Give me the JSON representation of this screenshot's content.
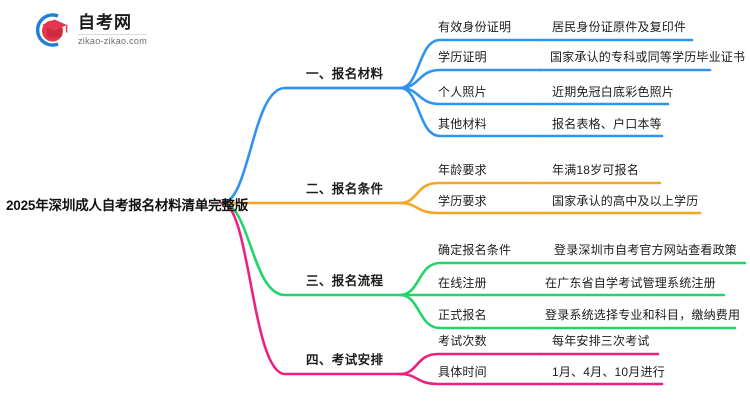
{
  "logo": {
    "icon": "graduation-cap-in-circle-logo",
    "name_cn": "自考网",
    "url": "zikao-zikao.com",
    "ring_color": "#1f7fd4",
    "cap_color": "#e2374c"
  },
  "root": {
    "title": "2025年深圳成人自考报名材料清单完整版"
  },
  "palette": {
    "blue": "#2f93f0",
    "orange": "#f5a623",
    "green": "#23d36b",
    "pink": "#ef1f82"
  },
  "branches": [
    {
      "title": "一、报名材料",
      "color": "#2f93f0",
      "items": [
        {
          "label": "有效身份证明",
          "desc": "居民身份证原件及复印件"
        },
        {
          "label": "学历证明",
          "desc": "国家承认的专科或同等学历毕业证书"
        },
        {
          "label": "个人照片",
          "desc": "近期免冠白底彩色照片"
        },
        {
          "label": "其他材料",
          "desc": "报名表格、户口本等"
        }
      ]
    },
    {
      "title": "二、报名条件",
      "color": "#f5a623",
      "items": [
        {
          "label": "年龄要求",
          "desc": "年满18岁可报名"
        },
        {
          "label": "学历要求",
          "desc": "国家承认的高中及以上学历"
        }
      ]
    },
    {
      "title": "三、报名流程",
      "color": "#23d36b",
      "items": [
        {
          "label": "确定报名条件",
          "desc": "登录深圳市自考官方网站查看政策"
        },
        {
          "label": "在线注册",
          "desc": "在广东省自学考试管理系统注册"
        },
        {
          "label": "正式报名",
          "desc": "登录系统选择专业和科目，缴纳费用"
        }
      ]
    },
    {
      "title": "四、考试安排",
      "color": "#ef1f82",
      "items": [
        {
          "label": "考试次数",
          "desc": "每年安排三次考试"
        },
        {
          "label": "具体时间",
          "desc": "1月、4月、10月进行"
        }
      ]
    }
  ]
}
